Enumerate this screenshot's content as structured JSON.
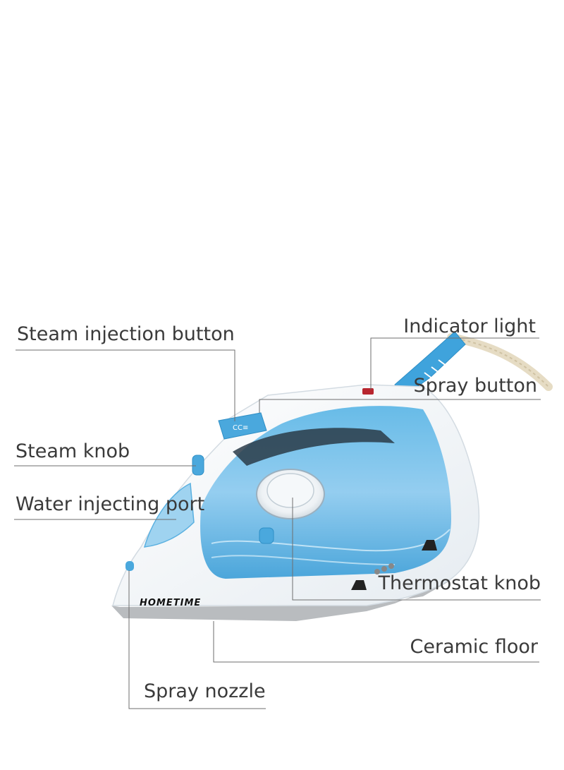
{
  "brand": "HOMETIME",
  "labels": {
    "steam_injection_button": "Steam injection button",
    "indicator_light": "Indicator light",
    "spray_button": "Spray button",
    "steam_knob": "Steam knob",
    "water_injecting_port": "Water injecting port",
    "thermostat_knob": "Thermostat knob",
    "ceramic_floor": "Ceramic floor",
    "spray_nozzle": "Spray nozzle"
  },
  "colors": {
    "iron_blue": "#4aa8dd",
    "iron_blue_light": "#a9d8f2",
    "body_white": "#f7f9fb",
    "soleplate_grey": "#b9bcbf",
    "label_text": "#3a3a3a",
    "leader_line": "#6e6e6e"
  }
}
